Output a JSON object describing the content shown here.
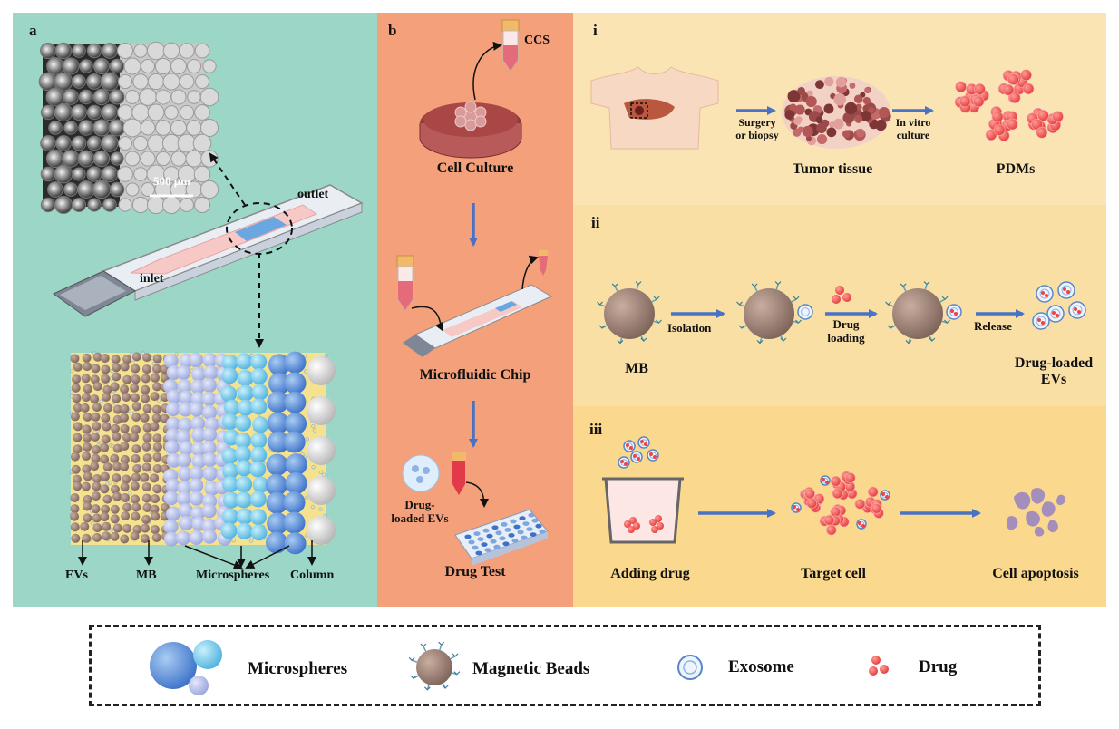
{
  "panel_a": {
    "letter": "a",
    "scale_bar": "500 μm",
    "outlet": "outlet",
    "inlet": "inlet",
    "labels": {
      "evs": "EVs",
      "mb": "MB",
      "microspheres": "Microspheres",
      "column": "Column"
    }
  },
  "panel_b": {
    "letter": "b",
    "ccs": "CCS",
    "cell_culture": "Cell Culture",
    "microfluidic_chip": "Microfluidic Chip",
    "drug_loaded_evs": "Drug-loaded EVs",
    "drug_test": "Drug Test"
  },
  "panel_i": {
    "letter": "i",
    "surgery_l1": "Surgery",
    "surgery_l2": "or biopsy",
    "invitro_l1": "In vitro",
    "invitro_l2": "culture",
    "tumor_tissue": "Tumor tissue",
    "pdms": "PDMs"
  },
  "panel_ii": {
    "letter": "ii",
    "isolation": "Isolation",
    "drug_loading_l1": "Drug",
    "drug_loading_l2": "loading",
    "release": "Release",
    "mb": "MB",
    "drug_loaded_evs_l1": "Drug-loaded",
    "drug_loaded_evs_l2": "EVs"
  },
  "panel_iii": {
    "letter": "iii",
    "adding_drug": "Adding drug",
    "target_cell": "Target cell",
    "cell_apoptosis": "Cell apoptosis"
  },
  "legend": {
    "microspheres": "Microspheres",
    "magnetic_beads": "Magnetic Beads",
    "exosome": "Exosome",
    "drug": "Drug"
  },
  "colors": {
    "panel_a_bg": "#9bd6c7",
    "panel_b_bg": "#f3a07b",
    "panel_i_bg": "#fbe4b4",
    "panel_ii_bg": "#fadfa5",
    "panel_iii_bg": "#fad88d",
    "arrow_blue": "#4a72c4"
  }
}
